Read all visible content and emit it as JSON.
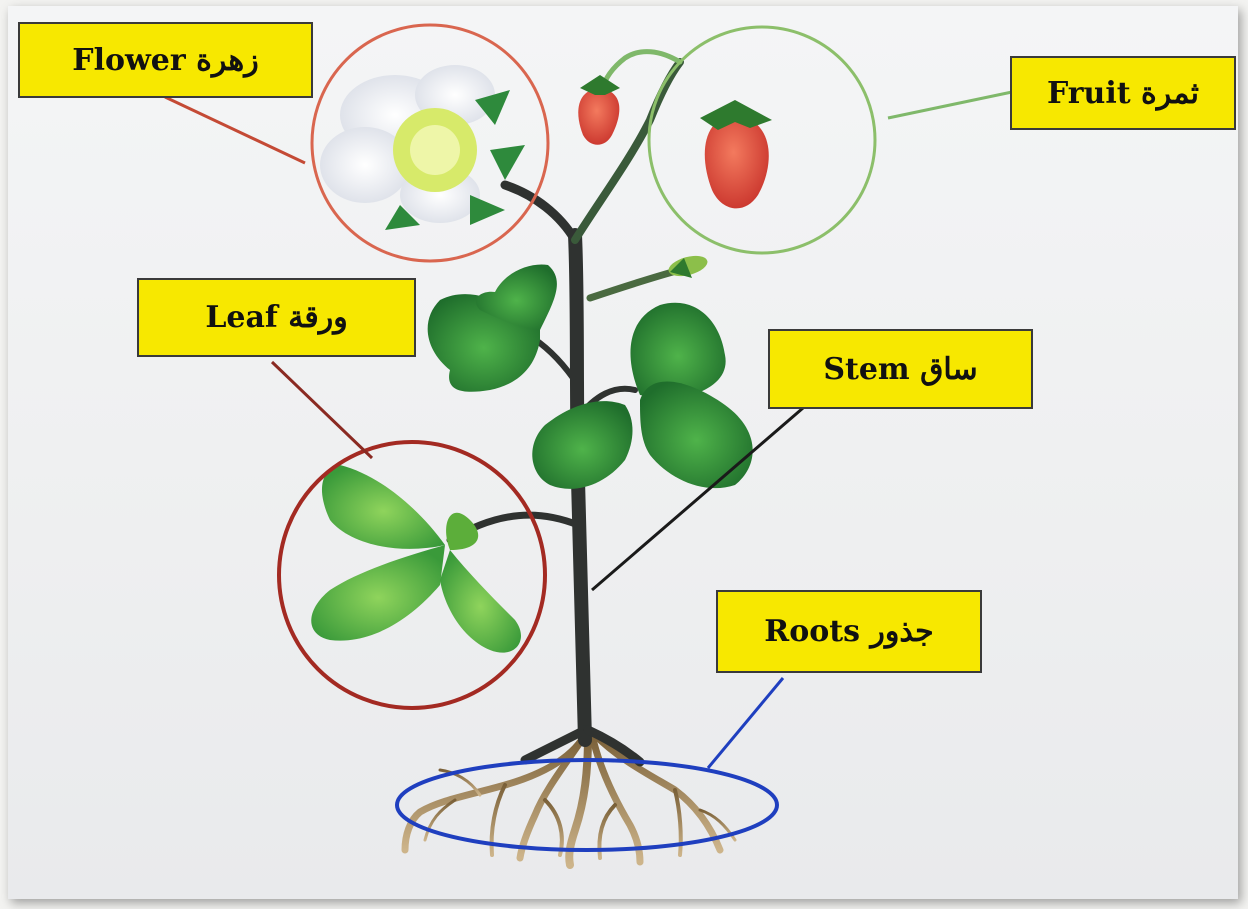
{
  "labels": {
    "flower": "Flower زهرة",
    "fruit": "ثمرة Fruit",
    "leaf": "ورقة Leaf",
    "stem": "ساق Stem",
    "roots": "جذور Roots"
  },
  "colors": {
    "label_fill": "#f7e800",
    "flower_circle": "#d9664f",
    "fruit_circle": "#8cbf6a",
    "leaf_circle": "#a32a22",
    "roots_ellipse": "#1f3fbf",
    "stem": "#2f3230",
    "leaf_green": "#2f8f3a",
    "strawberry_red": "#e0473a"
  }
}
